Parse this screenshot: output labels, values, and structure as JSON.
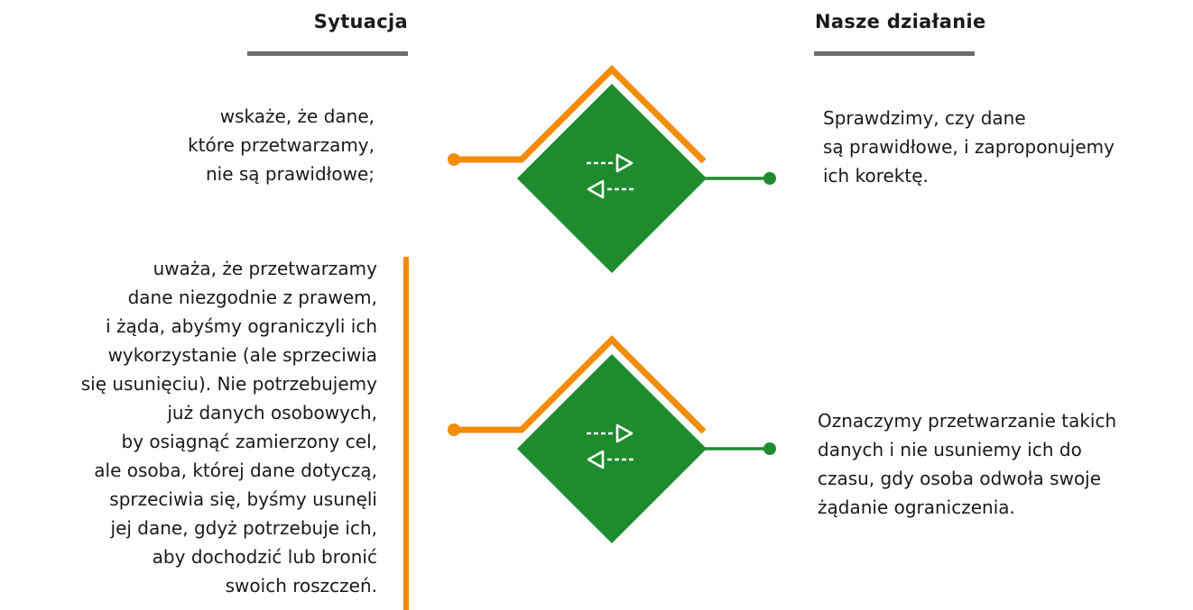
{
  "headers": {
    "situation": "Sytuacja",
    "action": "Nasze działanie"
  },
  "rows": [
    {
      "situation": "wskaże, że dane,\nktóre przetwarzamy,\nnie są prawidłowe;",
      "action": "Sprawdzimy, czy dane\nsą prawidłowe, i zaproponujemy\nich korektę.",
      "icon": "swap-arrows-icon"
    },
    {
      "situation": "uważa, że przetwarzamy\ndane niezgodnie z prawem,\ni żąda, abyśmy ograniczyli ich\nwykorzystanie  (ale sprzeciwia\nsię usunięciu). Nie potrzebujemy\njuż danych osobowych,\nby osiągnąć zamierzony cel,\nale osoba, której dane dotyczą,\nsprzeciwia się, byśmy usunęli\njej dane, gdyż potrzebuje ich,\naby dochodzić lub bronić\nswoich roszczeń.",
      "action": "Oznaczymy przetwarzanie takich\ndanych i nie usuniemy ich do\nczasu, gdy osoba odwoła swoje\nżądanie ograniczenia.",
      "icon": "swap-arrows-icon"
    }
  ],
  "colors": {
    "orange": "#f28c0a",
    "green": "#1e8c2e",
    "rule_gray": "#6d6d6d"
  }
}
